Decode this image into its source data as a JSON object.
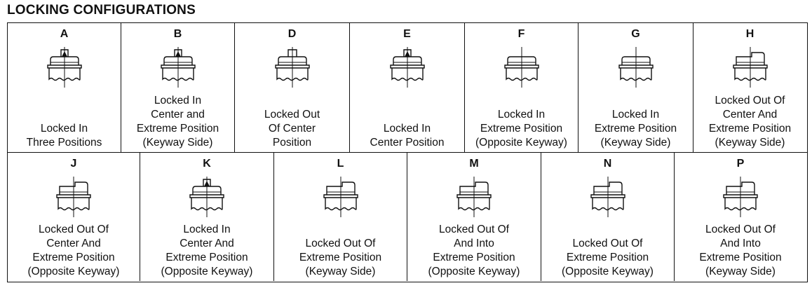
{
  "title": "LOCKING CONFIGURATIONS",
  "row1": [
    {
      "letter": "A",
      "lines": [
        "Locked In",
        "Three Positions"
      ],
      "icon": "plug-key-center-icon"
    },
    {
      "letter": "B",
      "lines": [
        "Locked In",
        "Center and",
        "Extreme Position",
        "(Keyway Side)"
      ],
      "icon": "plug-key-center-icon"
    },
    {
      "letter": "D",
      "lines": [
        "Locked Out",
        "Of Center",
        "Position"
      ],
      "icon": "plug-flat-top-icon"
    },
    {
      "letter": "E",
      "lines": [
        "Locked In",
        "Center Position"
      ],
      "icon": "plug-key-center-icon"
    },
    {
      "letter": "F",
      "lines": [
        "Locked In",
        "Extreme Position",
        "(Opposite Keyway)"
      ],
      "icon": "plug-flat-top-icon"
    },
    {
      "letter": "G",
      "lines": [
        "Locked In",
        "Extreme Position",
        "(Keyway Side)"
      ],
      "icon": "plug-flat-top-icon"
    },
    {
      "letter": "H",
      "lines": [
        "Locked Out Of",
        "Center And",
        "Extreme Position",
        "(Keyway Side)"
      ],
      "icon": "plug-step-icon"
    }
  ],
  "row2": [
    {
      "letter": "J",
      "lines": [
        "Locked Out Of",
        "Center And",
        "Extreme Position",
        "(Opposite Keyway)"
      ],
      "icon": "plug-step-icon"
    },
    {
      "letter": "K",
      "lines": [
        "Locked In",
        "Center And",
        "Extreme Position",
        "(Opposite Keyway)"
      ],
      "icon": "plug-key-center-icon"
    },
    {
      "letter": "L",
      "lines": [
        "Locked Out Of",
        "Extreme Position",
        "(Keyway Side)"
      ],
      "icon": "plug-step-icon"
    },
    {
      "letter": "M",
      "lines": [
        "Locked Out Of",
        "And Into",
        "Extreme Position",
        "(Opposite Keyway)"
      ],
      "icon": "plug-step-icon"
    },
    {
      "letter": "N",
      "lines": [
        "Locked Out Of",
        "Extreme Position",
        "(Opposite Keyway)"
      ],
      "icon": "plug-step-icon"
    },
    {
      "letter": "P",
      "lines": [
        "Locked Out Of",
        "And Into",
        "Extreme Position",
        "(Keyway Side)"
      ],
      "icon": "plug-step-icon"
    }
  ]
}
